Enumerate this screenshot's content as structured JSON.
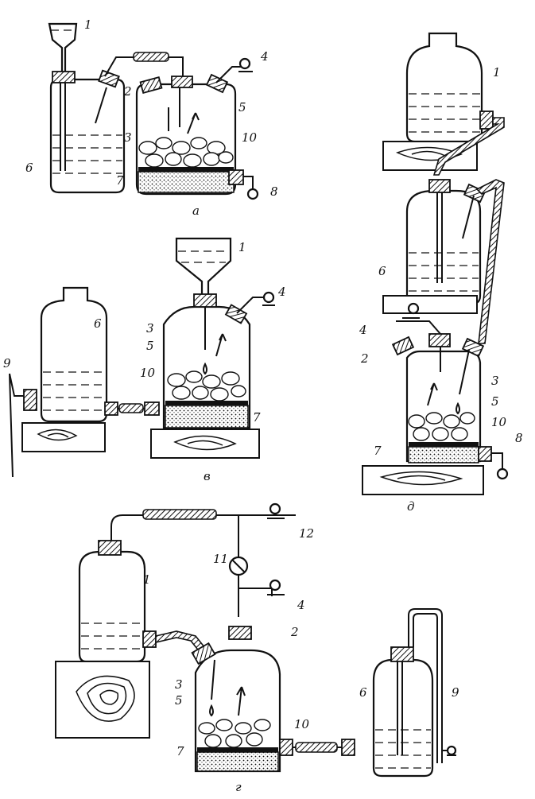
{
  "labels": {
    "n1": "1",
    "n2": "2",
    "n3": "3",
    "n4": "4",
    "n5": "5",
    "n6": "6",
    "n7": "7",
    "n8": "8",
    "n9": "9",
    "n10": "10",
    "n11": "11",
    "n12": "12"
  },
  "captions": {
    "a": "а",
    "b": "в",
    "c": "д",
    "d": "г"
  }
}
